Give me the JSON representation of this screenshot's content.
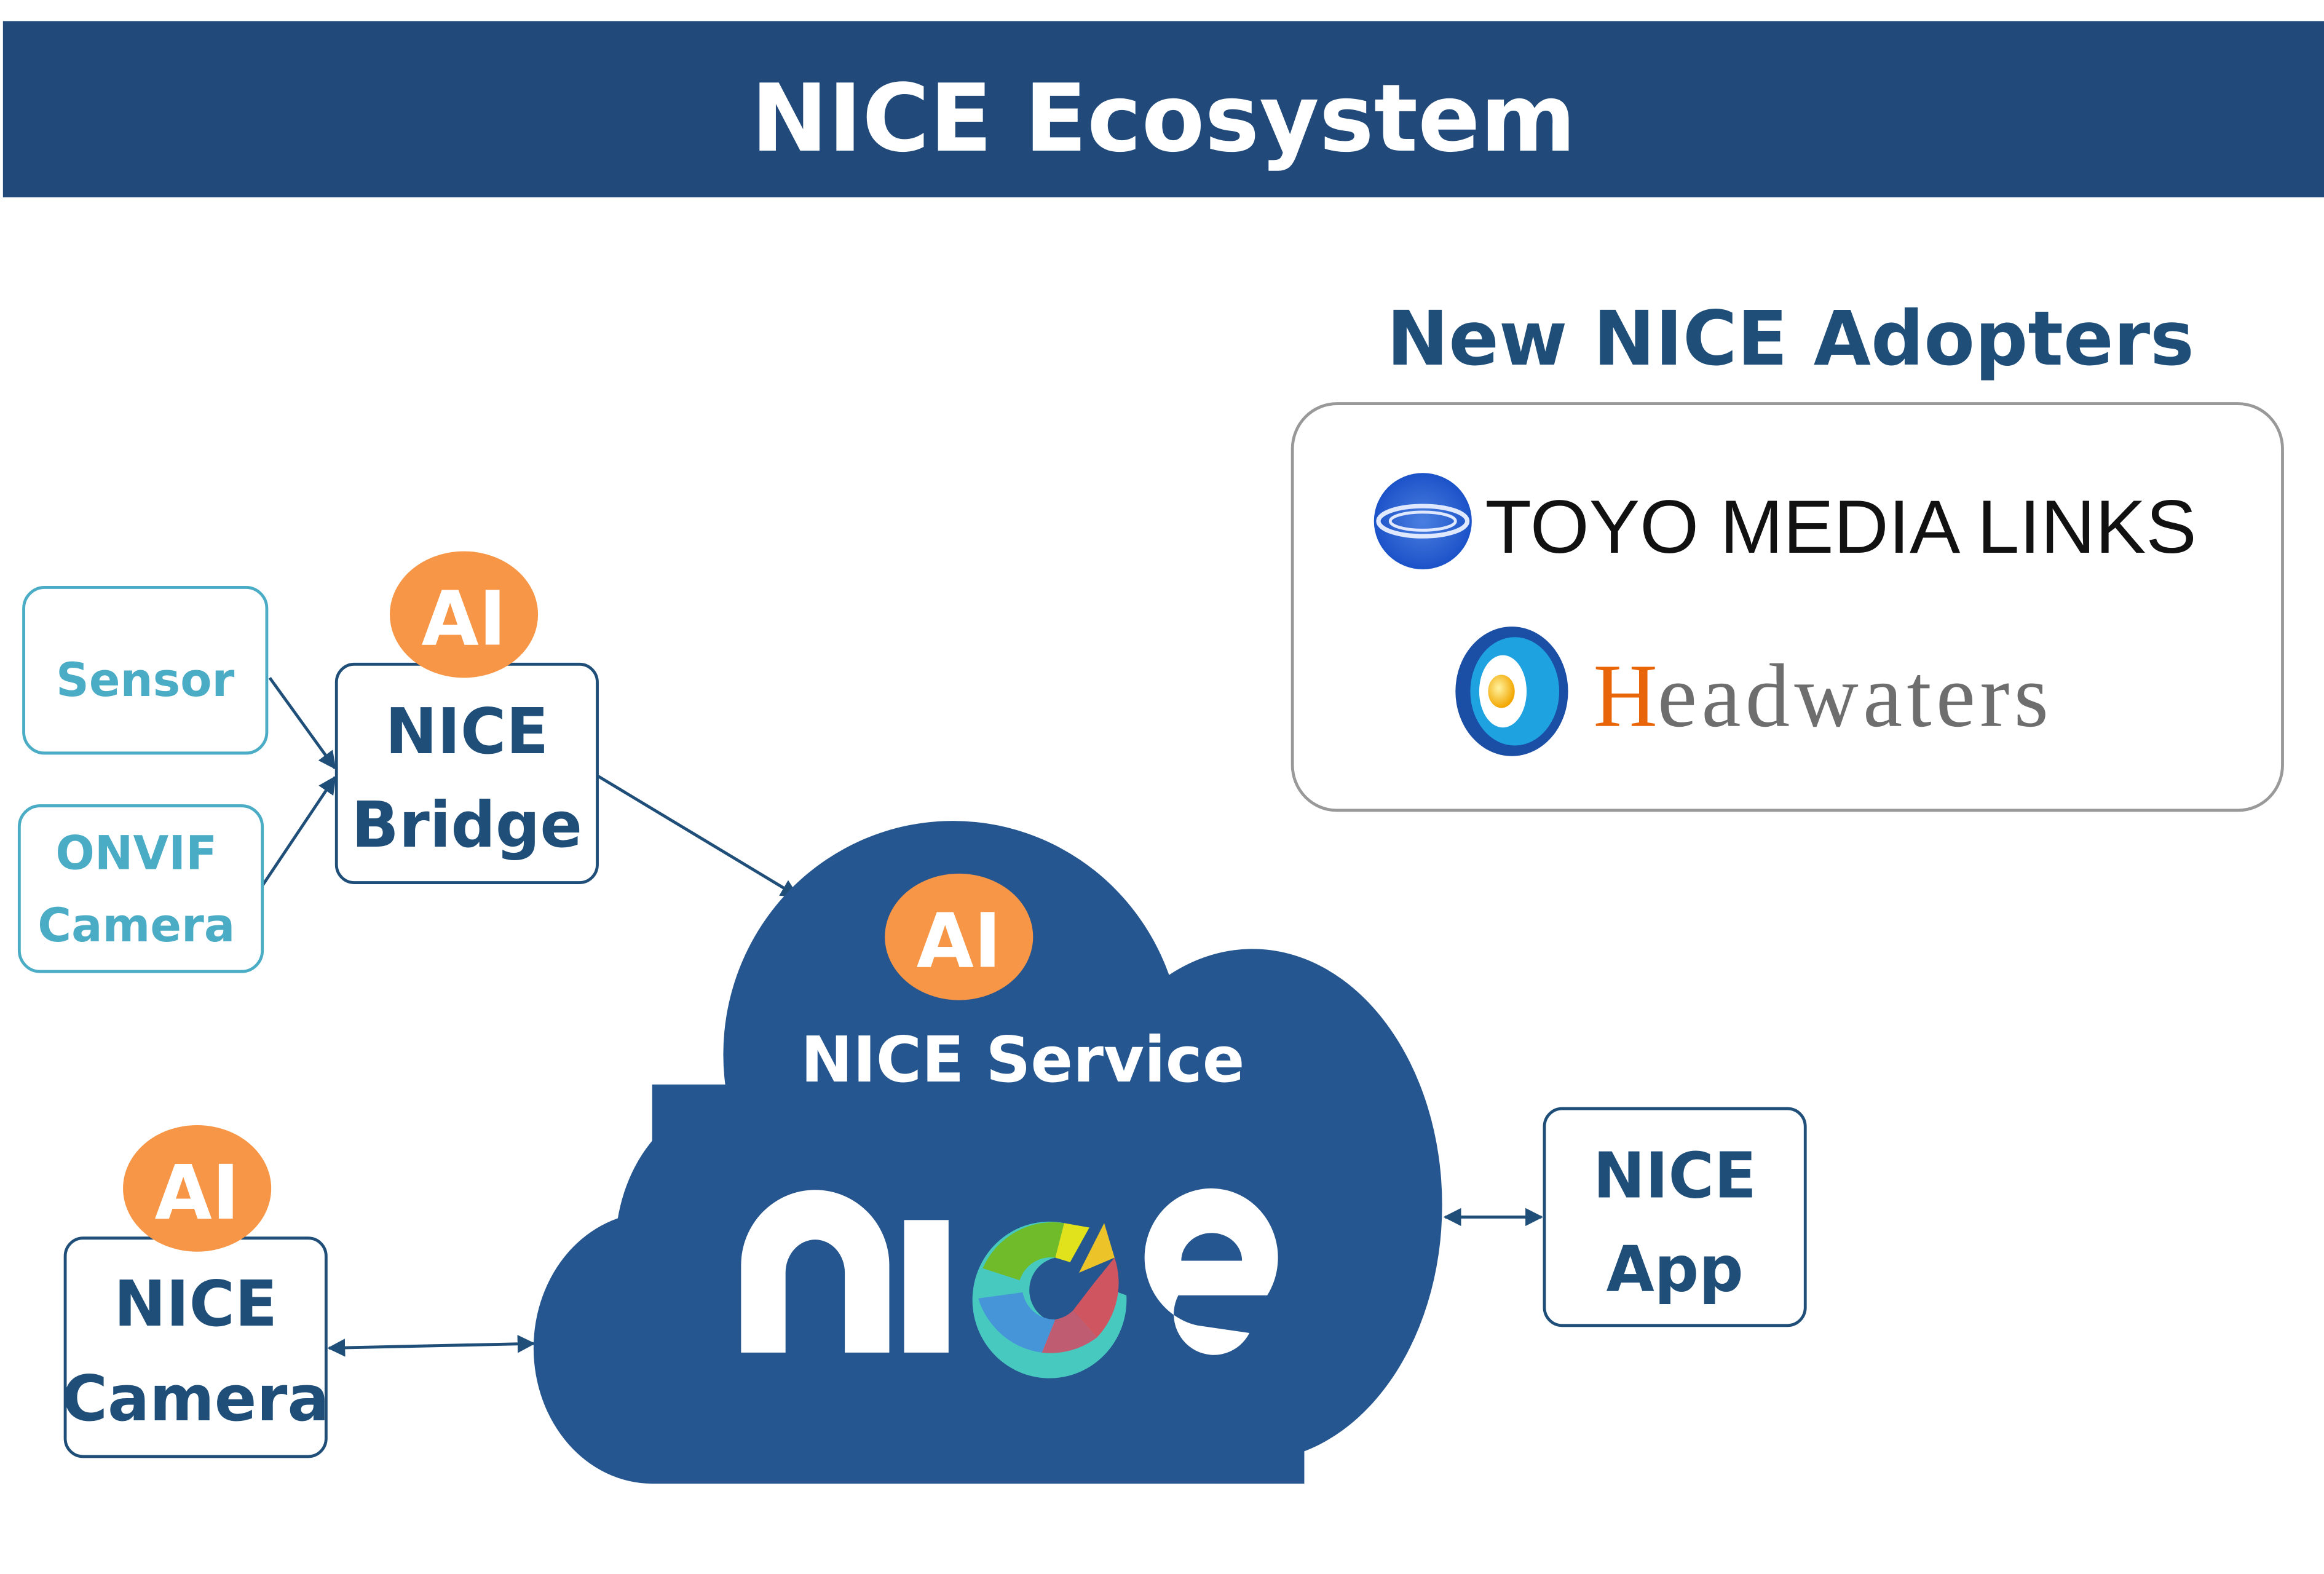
{
  "header": {
    "title": "NICE Ecosystem"
  },
  "adopters": {
    "heading": "New NICE Adopters",
    "logos": [
      {
        "name": "TOYO MEDIA LINKS"
      },
      {
        "name_initial": "H",
        "name_rest": "eadwaters"
      }
    ]
  },
  "nodes": {
    "sensor": {
      "label": "Sensor"
    },
    "onvif": {
      "line1": "ONVIF",
      "line2": "Camera"
    },
    "bridge": {
      "badge": "AI",
      "line1": "NICE",
      "line2": "Bridge"
    },
    "service": {
      "badge": "AI",
      "label": "NICE Service",
      "logo_text": "nice"
    },
    "camera": {
      "badge": "AI",
      "line1": "NICE",
      "line2": "Camera"
    },
    "app": {
      "line1": "NICE",
      "line2": "App"
    }
  },
  "colors": {
    "header": "#214a7b",
    "navy": "#1f4e79",
    "cloud": "#26568f",
    "teal": "#4bacc6",
    "ai_badge": "#f79646",
    "headwaters_orange": "#e8650a",
    "headwaters_gray": "#6e6e6e"
  }
}
